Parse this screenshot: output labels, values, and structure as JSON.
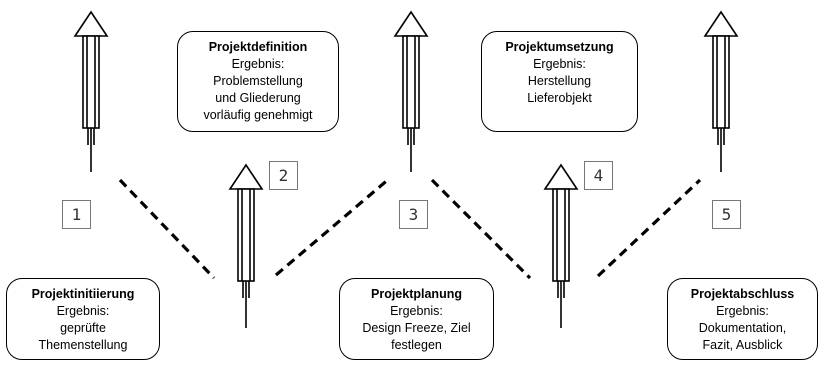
{
  "phases": [
    {
      "title": "Projektinitiierung",
      "lines": [
        "Ergebnis:",
        "geprüfte",
        "Themenstellung"
      ]
    },
    {
      "title": "Projektdefinition",
      "lines": [
        "Ergebnis:",
        "Problemstellung",
        "und Gliederung",
        "vorläufig genehmigt"
      ]
    },
    {
      "title": "Projektplanung",
      "lines": [
        "Ergebnis:",
        "Design Freeze, Ziel",
        "festlegen"
      ]
    },
    {
      "title": "Projektumsetzung",
      "lines": [
        "Ergebnis:",
        "Herstellung",
        "Lieferobjekt"
      ]
    },
    {
      "title": "Projektabschluss",
      "lines": [
        "Ergebnis:",
        "Dokumentation,",
        "Fazit, Ausblick"
      ]
    }
  ],
  "step_numbers": [
    "1",
    "2",
    "3",
    "4",
    "5"
  ],
  "colors": {
    "stroke": "#000000",
    "number_border": "#777777"
  }
}
